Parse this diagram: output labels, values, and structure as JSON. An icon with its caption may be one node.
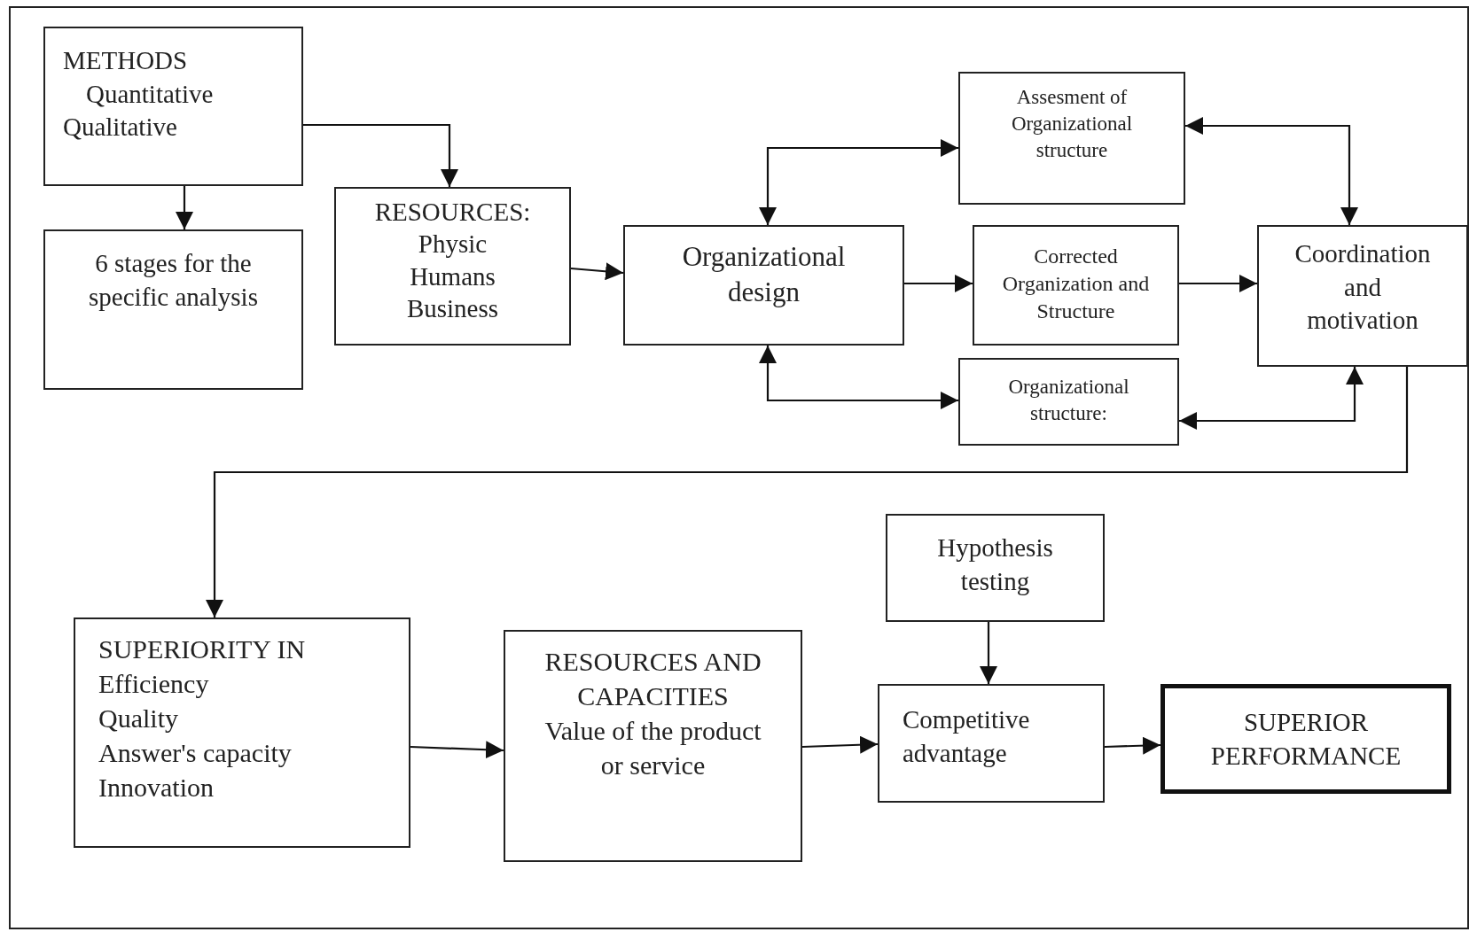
{
  "diagram": {
    "nodes": [
      {
        "text": [
          "METHODS",
          "Quantitative",
          "Qualitative"
        ]
      },
      {
        "text": [
          "6 stages for the specific analysis"
        ]
      },
      {
        "text": [
          "RESOURCES:",
          "Physic",
          "Humans",
          "Business"
        ]
      },
      {
        "text": [
          "Organizational design"
        ]
      },
      {
        "text": [
          "Assesment of Organizational structure"
        ]
      },
      {
        "text": [
          "Corrected Organization and Structure"
        ]
      },
      {
        "text": [
          "Coordination and motivation"
        ]
      },
      {
        "text": [
          "Organizational structure:"
        ]
      },
      {
        "text": [
          "SUPERIORITY IN",
          "Efficiency",
          "Quality",
          "Answer's capacity",
          "Innovation"
        ]
      },
      {
        "text": [
          "RESOURCES AND CAPACITIES",
          "Value of the product or service"
        ]
      },
      {
        "text": [
          "Hypothesis testing"
        ]
      },
      {
        "text": [
          "Competitive advantage"
        ]
      },
      {
        "text": [
          "SUPERIOR PERFORMANCE"
        ]
      }
    ],
    "edges": [
      {
        "from": 0,
        "to": 1,
        "arrow": "to"
      },
      {
        "from": 0,
        "to": 2,
        "arrow": "to"
      },
      {
        "from": 2,
        "to": 3,
        "arrow": "to"
      },
      {
        "from": 3,
        "to": 4,
        "arrow": "both"
      },
      {
        "from": 3,
        "to": 5,
        "arrow": "to"
      },
      {
        "from": 4,
        "to": 6,
        "arrow": "both"
      },
      {
        "from": 5,
        "to": 6,
        "arrow": "to"
      },
      {
        "from": 3,
        "to": 7,
        "arrow": "both"
      },
      {
        "from": 7,
        "to": 6,
        "arrow": "both"
      },
      {
        "from": 6,
        "to": 8,
        "arrow": "to"
      },
      {
        "from": 8,
        "to": 9,
        "arrow": "to"
      },
      {
        "from": 9,
        "to": 11,
        "arrow": "to"
      },
      {
        "from": 10,
        "to": 11,
        "arrow": "to"
      },
      {
        "from": 11,
        "to": 12,
        "arrow": "to"
      }
    ]
  }
}
